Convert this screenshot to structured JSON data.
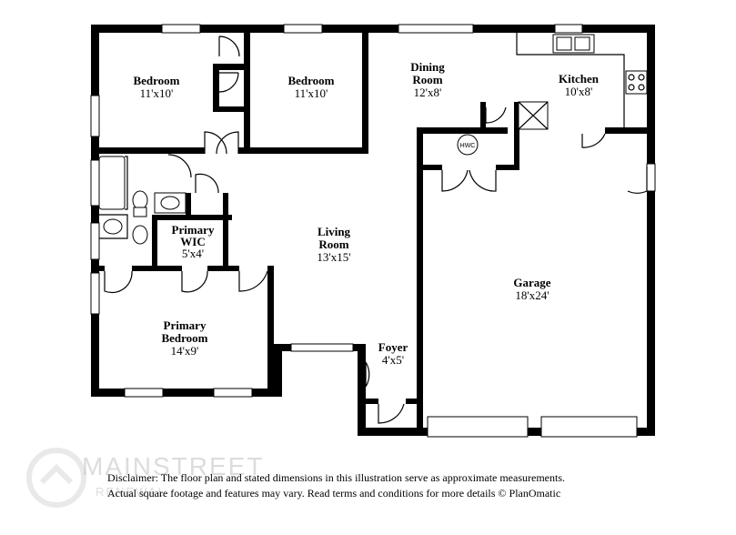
{
  "rooms": {
    "bedroom1": {
      "name": "Bedroom",
      "dim": "11'x10'"
    },
    "bedroom2": {
      "name": "Bedroom",
      "dim": "11'x10'"
    },
    "dining": {
      "name1": "Dining",
      "name2": "Room",
      "dim": "12'x8'"
    },
    "kitchen": {
      "name": "Kitchen",
      "dim": "10'x8'"
    },
    "primary_wic": {
      "name1": "Primary",
      "name2": "WIC",
      "dim": "5'x4'"
    },
    "living": {
      "name1": "Living",
      "name2": "Room",
      "dim": "13'x15'"
    },
    "garage": {
      "name": "Garage",
      "dim": "18'x24'"
    },
    "primary_bedroom": {
      "name1": "Primary",
      "name2": "Bedroom",
      "dim": "14'x9'"
    },
    "foyer": {
      "name": "Foyer",
      "dim": "4'x5'"
    },
    "hwc": "HWC"
  },
  "disclaimer": {
    "line1": "Disclaimer: The floor plan and stated dimensions in this illustration serve as approximate measurements.",
    "line2": "Actual square footage and features may vary. Read terms and conditions for more details © PlanOmatic"
  },
  "watermark": {
    "line1": "MAINSTREET",
    "line2": "RENEWAL"
  },
  "colors": {
    "wall": "#000000",
    "background": "#ffffff",
    "watermark": "#bbbbbb"
  }
}
